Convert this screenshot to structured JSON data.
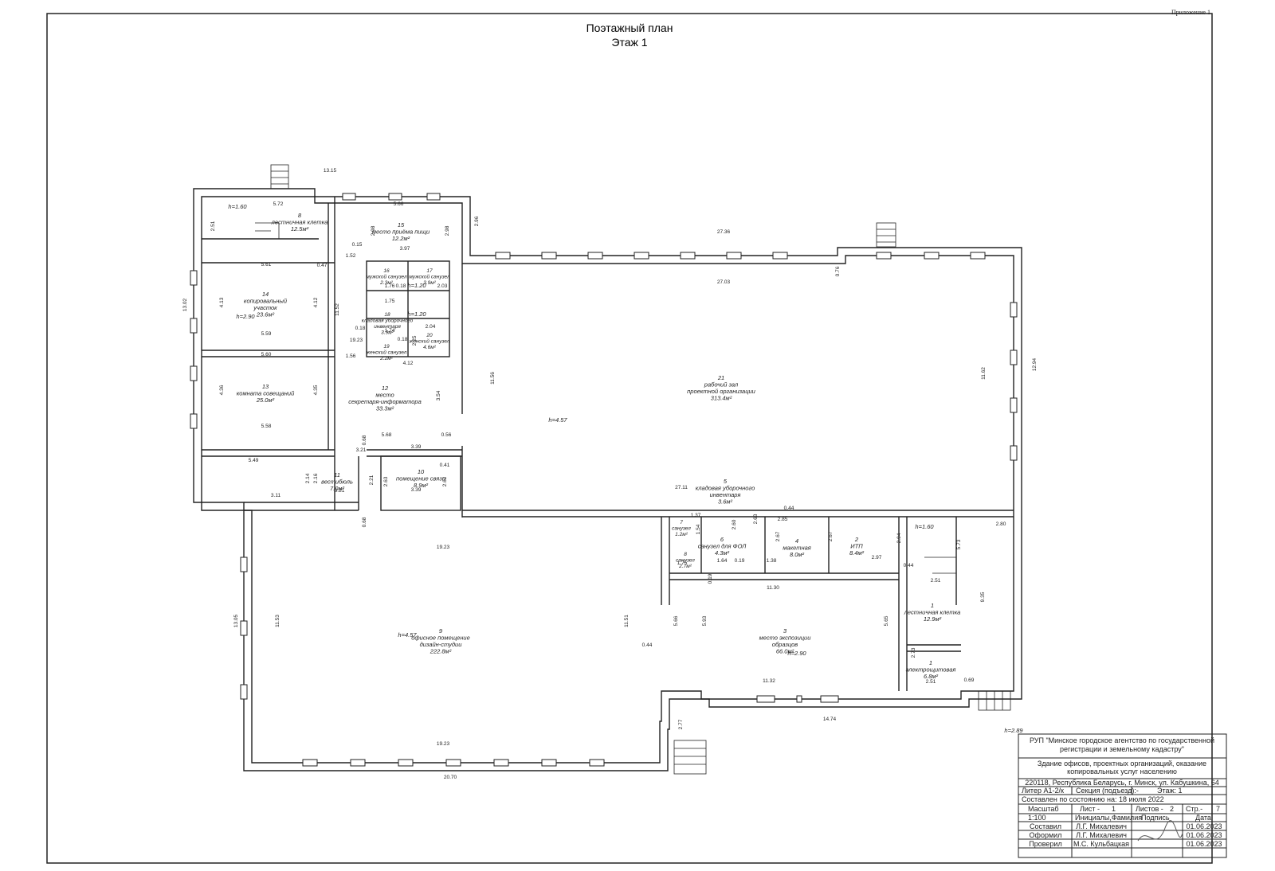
{
  "header": {
    "appendix": "Приложение 1",
    "plan_title": "Поэтажный план",
    "floor_title": "Этаж 1"
  },
  "rooms": [
    {
      "id": "r1",
      "number": "1",
      "name": "лестничная клетка",
      "area": "12.9м²"
    },
    {
      "id": "r1b",
      "number": "1",
      "name": "электрощитовая",
      "area": "6.8м²"
    },
    {
      "id": "r2",
      "number": "2",
      "name": "ИТП",
      "area": "8.4м²"
    },
    {
      "id": "r3",
      "number": "3",
      "name": "место экспозиции образцов",
      "area": "66.0м²"
    },
    {
      "id": "r4",
      "number": "4",
      "name": "макетная",
      "area": "8.0м²"
    },
    {
      "id": "r5",
      "number": "5",
      "name": "кладовая уборочного инвентаря",
      "area": "3.6м²"
    },
    {
      "id": "r6",
      "number": "6",
      "name": "санузел для ФОЛ",
      "area": "4.3м²"
    },
    {
      "id": "r7",
      "number": "7",
      "name": "санузел",
      "area": "1.2м²"
    },
    {
      "id": "r8",
      "number": "8",
      "name": "санузел",
      "area": "2.7м²"
    },
    {
      "id": "r8b",
      "number": "8",
      "name": "лестничная клетка",
      "area": "12.5м²"
    },
    {
      "id": "r9",
      "number": "9",
      "name": "офисное помещение дизайн-студии",
      "area": "222.8м²"
    },
    {
      "id": "r10",
      "number": "10",
      "name": "помещение связи",
      "area": "8.9м²"
    },
    {
      "id": "r11",
      "number": "11",
      "name": "вестибюль",
      "area": "7.0м²"
    },
    {
      "id": "r12",
      "number": "12",
      "name": "место секретаря-информатора",
      "area": "33.3м²"
    },
    {
      "id": "r13",
      "number": "13",
      "name": "комната совещаний",
      "area": "25.0м²"
    },
    {
      "id": "r14",
      "number": "14",
      "name": "копировальный участок",
      "area": "23.6м²"
    },
    {
      "id": "r15",
      "number": "15",
      "name": "место приёма пищи",
      "area": "12.2м²"
    },
    {
      "id": "r16",
      "number": "16",
      "name": "мужской санузел",
      "area": "2.3м²"
    },
    {
      "id": "r17",
      "number": "17",
      "name": "мужской санузел",
      "area": "3.9м²"
    },
    {
      "id": "r18",
      "number": "18",
      "name": "кладовая уборочного инвентаря",
      "area": "3.9м²"
    },
    {
      "id": "r19",
      "number": "19",
      "name": "женский санузел",
      "area": "2.2м²"
    },
    {
      "id": "r20",
      "number": "20",
      "name": "женский санузел",
      "area": "4.6м²"
    },
    {
      "id": "r21",
      "number": "21",
      "name": "рабочий зал проектной организации",
      "area": "313.4м²"
    }
  ],
  "heights": [
    "h=1.60",
    "h=2.90",
    "h=4.57",
    "h=4.57",
    "h=2.90",
    "h=1.60",
    "h=1.20",
    "h=1.20",
    "h=2.89"
  ],
  "dimensions": [
    "13.15",
    "5.72",
    "5.66",
    "2.96",
    "27.36",
    "27.03",
    "2.51",
    "2.98",
    "2.98",
    "3.97",
    "0.15",
    "5.61",
    "0.47",
    "13.02",
    "4.13",
    "4.12",
    "11.52",
    "5.59",
    "5.60",
    "4.36",
    "4.35",
    "5.58",
    "19.23",
    "1.52",
    "1.56",
    "4.12",
    "3.54",
    "11.56",
    "11.62",
    "12.94",
    "0.76",
    "5.68",
    "0.56",
    "3.39",
    "0.41",
    "2.62",
    "3.39",
    "2.63",
    "2.21",
    "3.21",
    "3.21",
    "0.68",
    "0.68",
    "5.49",
    "3.11",
    "2.14",
    "2.16",
    "27.11",
    "0.44",
    "2.85",
    "2.67",
    "2.67",
    "2.94",
    "2.97",
    "0.44",
    "2.51",
    "5.73",
    "2.80",
    "9.35",
    "1.37",
    "1.54",
    "1.75",
    "1.64",
    "0.19",
    "1.38",
    "0.19",
    "2.60",
    "2.63",
    "11.30",
    "19.23",
    "13.05",
    "11.53",
    "11.51",
    "0.44",
    "5.66",
    "5.93",
    "5.65",
    "2.73",
    "2.51",
    "0.69",
    "11.32",
    "14.74",
    "2.77",
    "19.23",
    "20.70",
    "1.76",
    "0.18",
    "1.75",
    "1.74",
    "0.18",
    "0.18",
    "2.04",
    "2.25",
    "2.03"
  ],
  "title_block": {
    "org": "РУП \"Минское городское агентство по государственной регистрации и земельному кадастру\"",
    "object": "Здание офисов, проектных организаций, оказание копировальных услуг населению",
    "address": "220118, Республика Беларусь, г. Минск, ул. Кабушкина, 64",
    "liter": "Литер А1-2/к",
    "section": "Секция (подъезд):-",
    "floor": "Этаж: 1",
    "date_state": "Составлен по состоянию на: 18 июля 2022",
    "scale_label": "Масштаб",
    "scale_value": "1:100",
    "sheet": "Лист -",
    "sheet_num": "1",
    "sheets": "Листов -",
    "sheets_num": "2",
    "page": "Стр.-",
    "page_num": "7",
    "col_initials": "Инициалы,Фамилия",
    "col_sign": "Подпись",
    "col_date": "Дата",
    "rows": [
      {
        "role": "Составил",
        "name": "Л.Г. Михалевич",
        "date": "01.06.2023"
      },
      {
        "role": "Оформил",
        "name": "Л.Г. Михалевич",
        "date": "01.06.2023"
      },
      {
        "role": "Проверил",
        "name": "М.С. Кульбацкая",
        "date": "01.06.2023"
      }
    ]
  }
}
